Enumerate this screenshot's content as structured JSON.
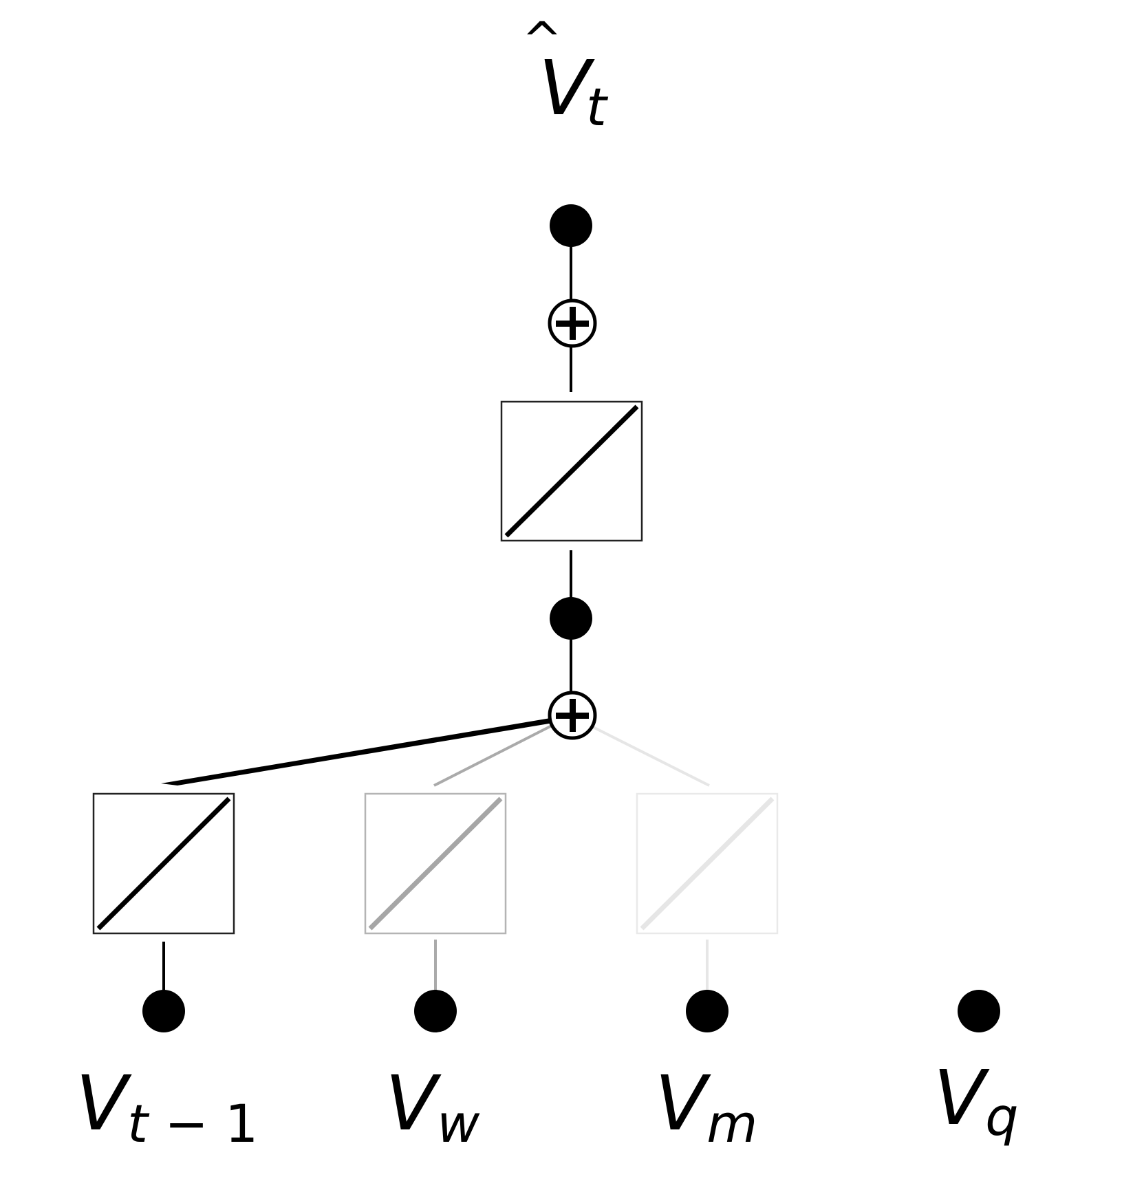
{
  "output": {
    "symbol": "V",
    "subscript": "t",
    "hat": "^"
  },
  "inputs": [
    {
      "symbol": "V",
      "subscript": "t",
      "subscript_rest": " − 1",
      "connection_color": "#000000"
    },
    {
      "symbol": "V",
      "subscript": "w",
      "subscript_rest": "",
      "connection_color": "#aaaaaa"
    },
    {
      "symbol": "V",
      "subscript": "m",
      "subscript_rest": "",
      "connection_color": "#e6e6e6"
    },
    {
      "symbol": "V",
      "subscript": "q",
      "subscript_rest": "",
      "connection_color": "none"
    }
  ],
  "colors": {
    "node": "#000000",
    "background": "#ffffff"
  },
  "icons": {
    "sum": "plus-circle-icon",
    "linear_activation": "diagonal-line-box-icon"
  }
}
